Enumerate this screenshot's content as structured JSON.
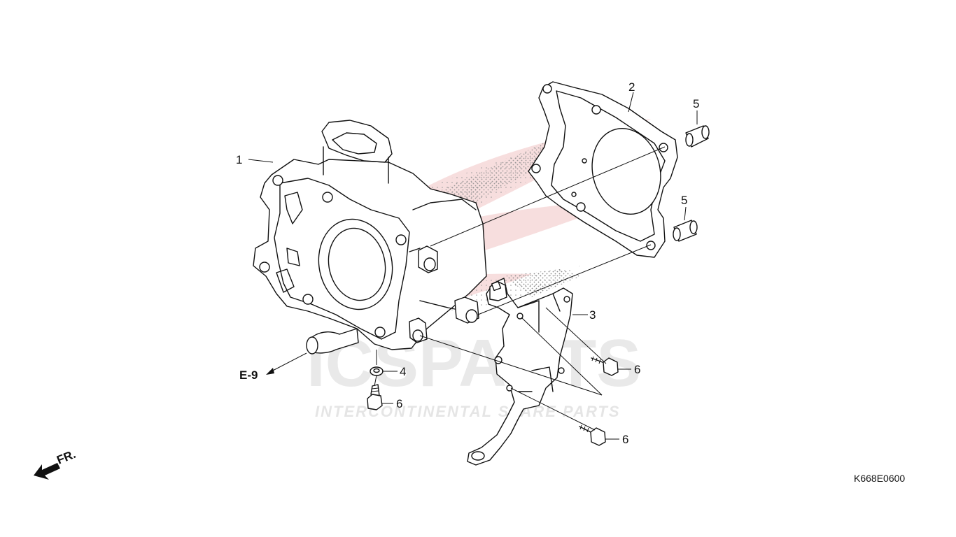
{
  "diagram_code": "K668E0600",
  "reference": "E-9",
  "front_marker": "FR.",
  "watermark": {
    "brand": "ICSPARTS",
    "tagline": "INTERCONTINENTAL SPARE PARTS",
    "accent_color": "#e8b0b0",
    "gray_color": "#d8d8d8"
  },
  "callouts": {
    "c1": "1",
    "c2": "2",
    "c3": "3",
    "c4": "4",
    "c5a": "5",
    "c5b": "5",
    "c6a": "6",
    "c6b": "6",
    "c6c": "6"
  },
  "colors": {
    "line": "#111111",
    "background": "#ffffff",
    "stipple": "#8a8a8a"
  }
}
